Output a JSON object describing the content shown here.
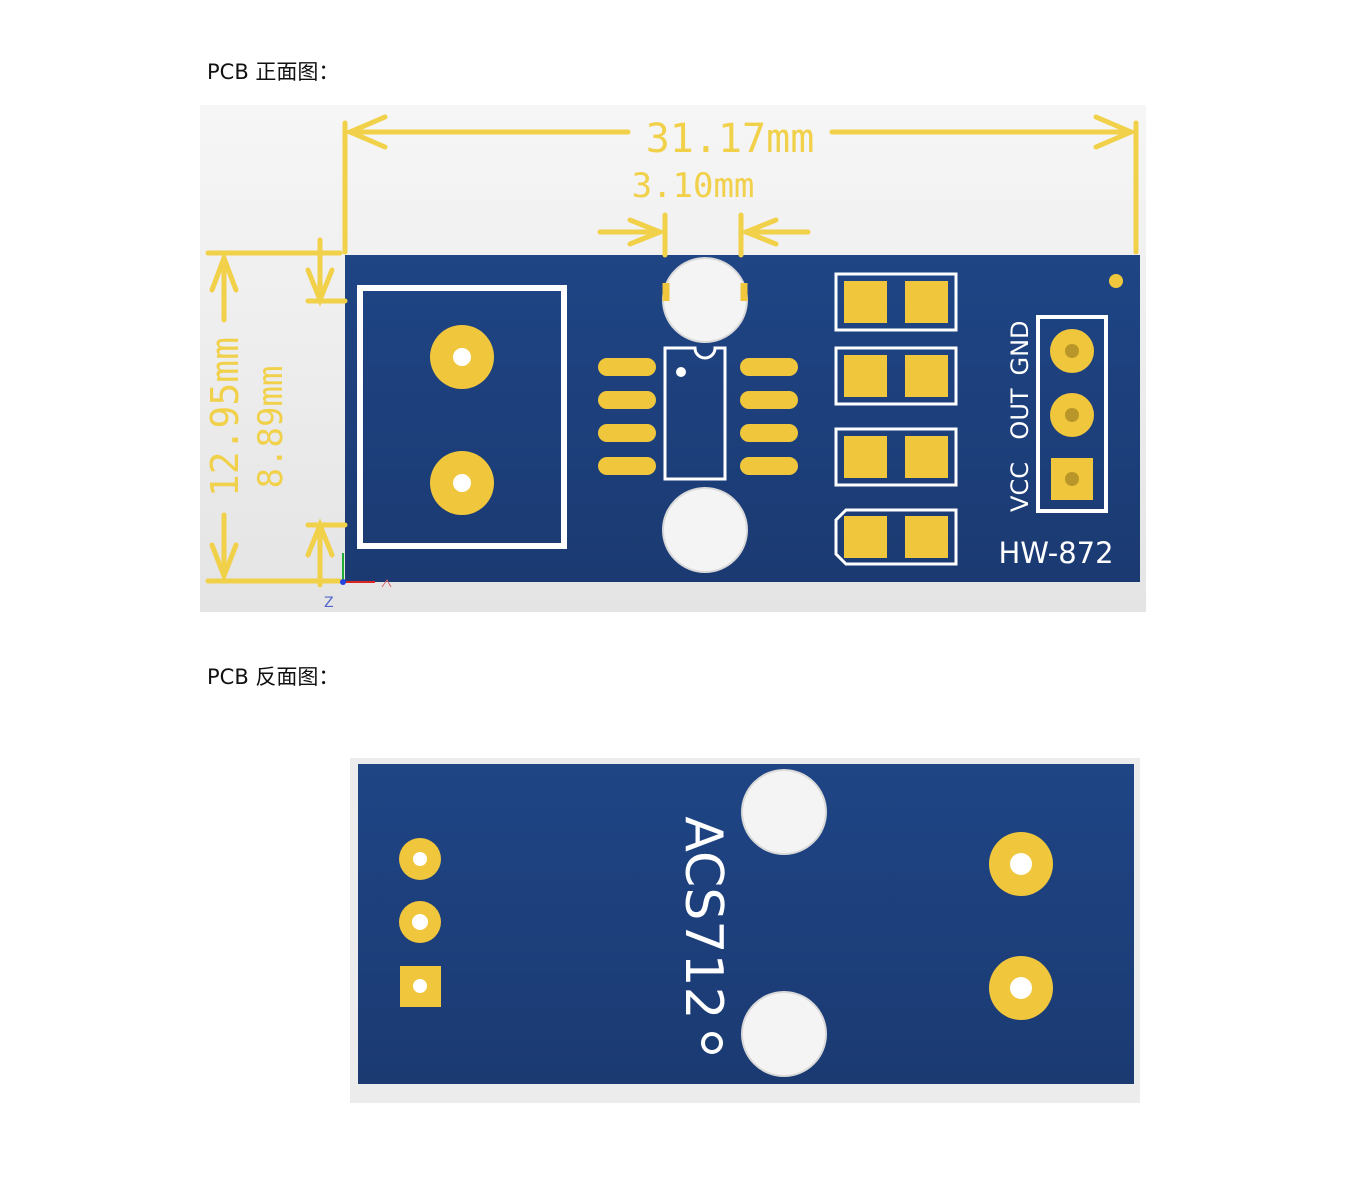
{
  "sections": {
    "front_heading": "PCB 正面图：",
    "back_heading": "PCB 反面图："
  },
  "front": {
    "dimensions": {
      "width": "31.17mm",
      "hole_gap": "3.10mm",
      "height": "12.95mm",
      "hole_height": "8.89mm"
    },
    "pins": [
      "VCC",
      "OUT",
      "GND"
    ],
    "model": "HW-872",
    "axis_z": "Z"
  },
  "back": {
    "chip_label": "ACS712"
  },
  "colors": {
    "board": "#1e3f7a",
    "pad": "#f0c63c",
    "dimension": "#f1d04a",
    "silkscreen": "#ffffff",
    "background": "#ececec"
  }
}
